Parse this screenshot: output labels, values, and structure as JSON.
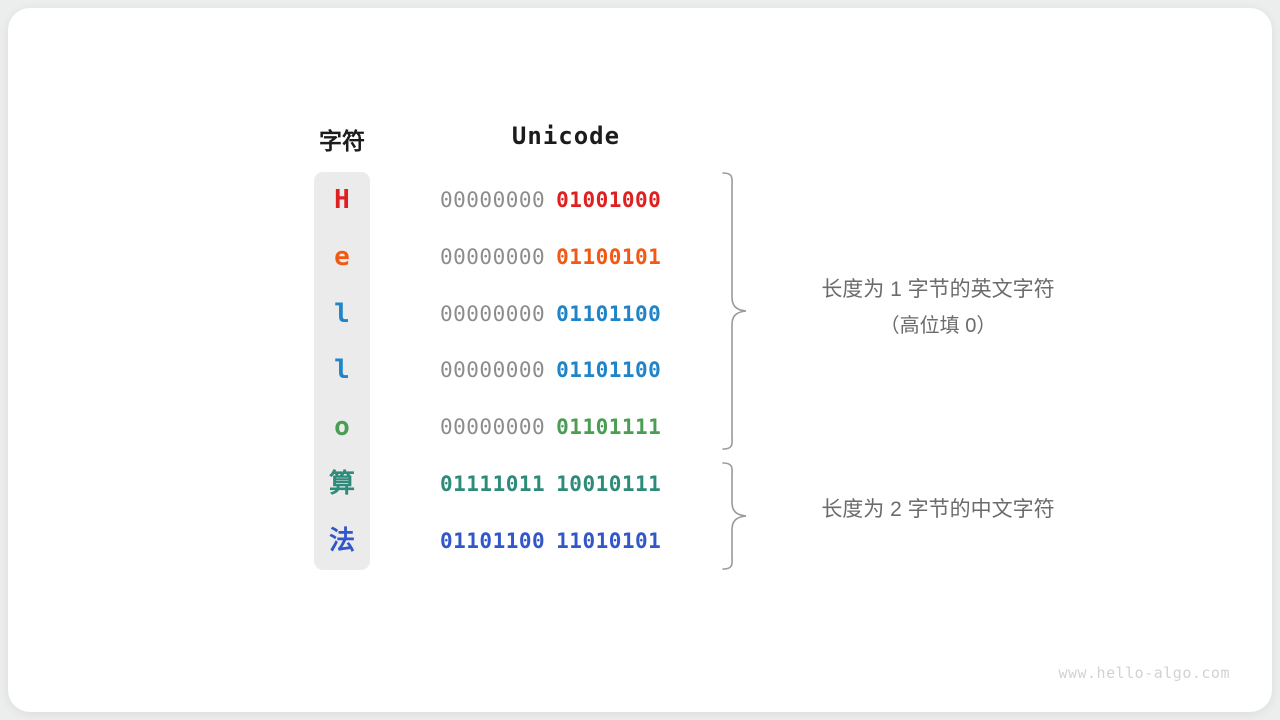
{
  "figure": {
    "watermark": "www.hello-algo.com",
    "headers": {
      "char": "字符",
      "unicode": "Unicode"
    },
    "rows": [
      {
        "char": "H",
        "script": "latin",
        "high_byte": "00000000",
        "low_byte": "01001000",
        "high_filled": false,
        "color": "#E02020"
      },
      {
        "char": "e",
        "script": "latin",
        "high_byte": "00000000",
        "low_byte": "01100101",
        "high_filled": false,
        "color": "#F05A14"
      },
      {
        "char": "l",
        "script": "latin",
        "high_byte": "00000000",
        "low_byte": "01101100",
        "high_filled": false,
        "color": "#1F84C8"
      },
      {
        "char": "l",
        "script": "latin",
        "high_byte": "00000000",
        "low_byte": "01101100",
        "high_filled": false,
        "color": "#1F84C8"
      },
      {
        "char": "o",
        "script": "latin",
        "high_byte": "00000000",
        "low_byte": "01101111",
        "high_filled": false,
        "color": "#4A9D52"
      },
      {
        "char": "算",
        "script": "han",
        "high_byte": "01111011",
        "low_byte": "10010111",
        "high_filled": true,
        "color": "#2E8B7A"
      },
      {
        "char": "法",
        "script": "han",
        "high_byte": "01101100",
        "low_byte": "11010101",
        "high_filled": true,
        "color": "#3257C8"
      }
    ],
    "annotations": [
      {
        "line1": "长度为 1 字节的英文字符",
        "line2": "（高位填 0）"
      },
      {
        "line1": "长度为 2 字节的中文字符",
        "line2": ""
      }
    ],
    "colors": {
      "panel_background": "#EBEBEB",
      "card_background": "#FFFFFF",
      "page_background": "#ECEDED",
      "padding_byte": "#8C8C8C",
      "annotation_text": "#6B6B6B",
      "brace_stroke": "#9A9A9A"
    }
  }
}
